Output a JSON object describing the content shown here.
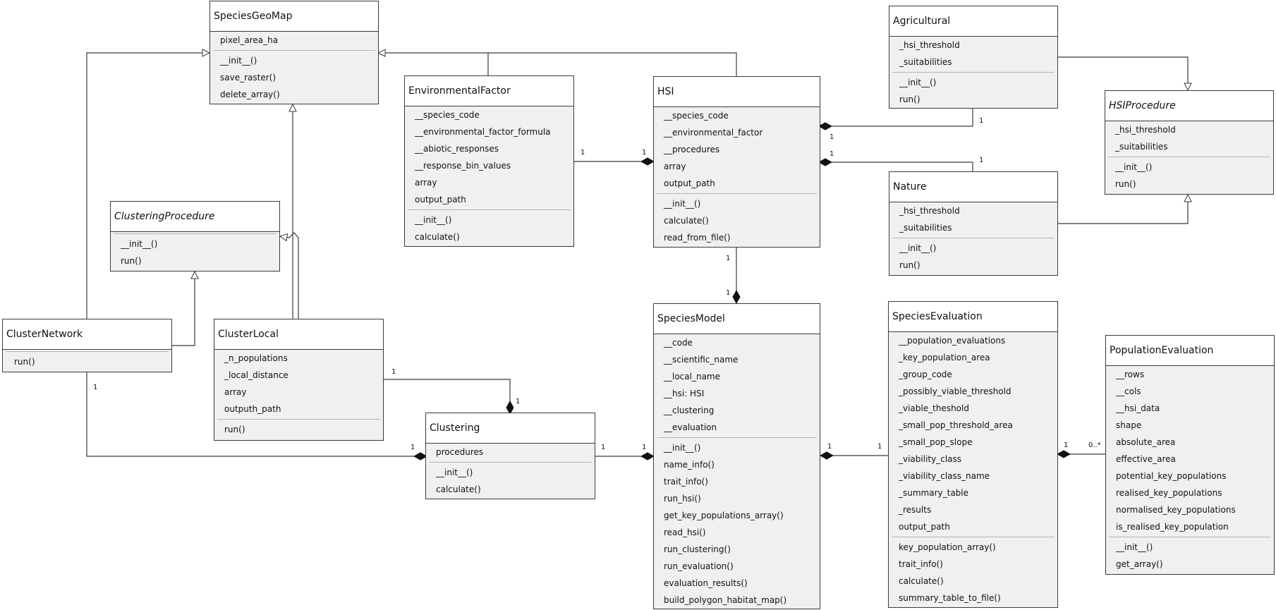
{
  "classes": {
    "SpeciesGeoMap": {
      "name": "SpeciesGeoMap",
      "attributes": [
        "pixel_area_ha"
      ],
      "methods": [
        "__init__()",
        "save_raster()",
        "delete_array()"
      ]
    },
    "EnvironmentalFactor": {
      "name": "EnvironmentalFactor",
      "attributes": [
        "__species_code",
        "__environmental_factor_formula",
        "__abiotic_responses",
        "__response_bin_values",
        "array",
        "output_path"
      ],
      "methods": [
        "__init__()",
        "calculate()"
      ]
    },
    "HSI": {
      "name": "HSI",
      "attributes": [
        "__species_code",
        "__environmental_factor",
        "__procedures",
        "array",
        "output_path"
      ],
      "methods": [
        "__init__()",
        "calculate()",
        "read_from_file()"
      ]
    },
    "Agricultural": {
      "name": "Agricultural",
      "attributes": [
        "_hsi_threshold",
        "_suitabilities"
      ],
      "methods": [
        "__init__()",
        "run()"
      ]
    },
    "HSIProcedure": {
      "name": "HSIProcedure",
      "attributes": [
        "_hsi_threshold",
        "_suitabilities"
      ],
      "methods": [
        "__init__()",
        "run()"
      ]
    },
    "Nature": {
      "name": "Nature",
      "attributes": [
        "_hsi_threshold",
        "_suitabilities"
      ],
      "methods": [
        "__init__()",
        "run()"
      ]
    },
    "ClusteringProcedure": {
      "name": "ClusteringProcedure",
      "attributes": [],
      "methods": [
        "__init__()",
        "run()"
      ]
    },
    "ClusterNetwork": {
      "name": "ClusterNetwork",
      "attributes": [],
      "methods": [
        "run()"
      ]
    },
    "ClusterLocal": {
      "name": "ClusterLocal",
      "attributes": [
        "_n_populations",
        "_local_distance",
        "array",
        "outputh_path"
      ],
      "methods": [
        "run()"
      ]
    },
    "Clustering": {
      "name": "Clustering",
      "attributes": [
        "procedures"
      ],
      "methods": [
        "__init__()",
        "calculate()"
      ]
    },
    "SpeciesModel": {
      "name": "SpeciesModel",
      "attributes": [
        "__code",
        "__scientific_name",
        "__local_name",
        "__hsi: HSI",
        "__clustering",
        "__evaluation"
      ],
      "methods": [
        "__init__()",
        "name_info()",
        "trait_info()",
        "run_hsi()",
        "get_key_populations_array()",
        "read_hsi()",
        "run_clustering()",
        "run_evaluation()",
        "evaluation_results()",
        "build_polygon_habitat_map()"
      ]
    },
    "SpeciesEvaluation": {
      "name": "SpeciesEvaluation",
      "attributes": [
        "__population_evaluations",
        "_key_population_area",
        "_group_code",
        "_possibly_viable_threshold",
        "_viable_theshold",
        "_small_pop_threshold_area",
        "_small_pop_slope",
        "_viability_class",
        "_viability_class_name",
        "_summary_table",
        "_results",
        "output_path"
      ],
      "methods": [
        "key_population_array()",
        "trait_info()",
        "calculate()",
        "summary_table_to_file()"
      ]
    },
    "PopulationEvaluation": {
      "name": "PopulationEvaluation",
      "attributes": [
        "__rows",
        "__cols",
        "__hsi_data",
        "shape",
        "absolute_area",
        "effective_area",
        "potential_key_populations",
        "realised_key_populations",
        "normalised_key_populations",
        "is_realised_key_population"
      ],
      "methods": [
        "__init__()",
        "get_array()"
      ]
    }
  },
  "multiplicities": {
    "ef_hsi_src": "1",
    "ef_hsi_dst": "1",
    "agri_hsi_src": "1",
    "agri_hsi_dst": "1",
    "nature_hsi_src": "1",
    "nature_hsi_dst": "1",
    "hsi_sm_src": "1",
    "hsi_sm_dst": "1",
    "cl_clustering_src": "1",
    "cl_clustering_dst": "1",
    "cn_clustering_src": "1",
    "cn_clustering_dst": "1",
    "clustering_sm_src": "1",
    "clustering_sm_dst": "1",
    "se_sm_src": "1",
    "se_sm_dst": "1",
    "pe_se_src": "0..*",
    "pe_se_dst": "1"
  }
}
